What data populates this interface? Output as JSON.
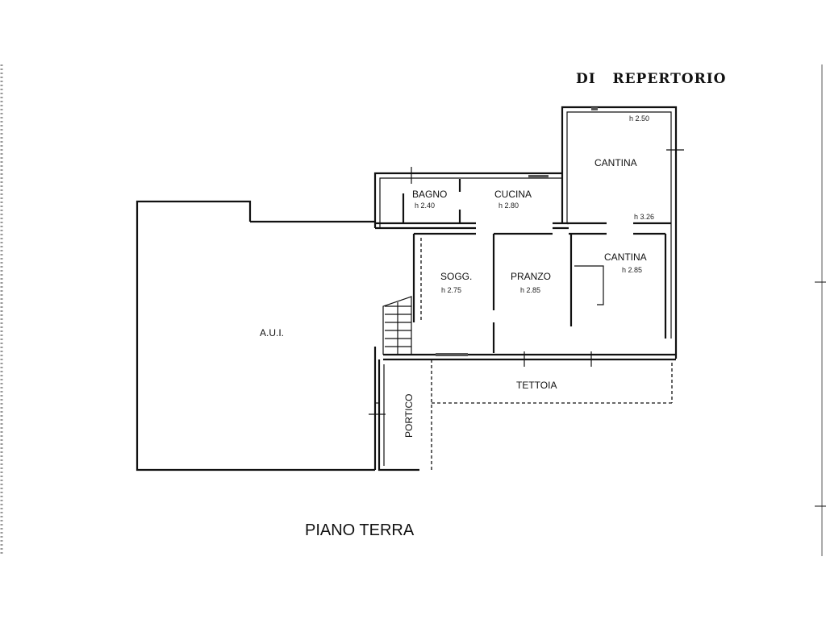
{
  "header": {
    "text": "DI   REPERTORIO"
  },
  "rooms": {
    "aui": "A.U.I.",
    "bagno": {
      "name": "BAGNO",
      "height": "h 2.40"
    },
    "cucina": {
      "name": "CUCINA",
      "height": "h 2.80"
    },
    "cantina_top": {
      "name": "CANTINA",
      "height_a": "h 2.50",
      "height_b": "h 3.26"
    },
    "cantina_bottom": {
      "name": "CANTINA",
      "height": "h 2.85"
    },
    "sogg": {
      "name": "SOGG.",
      "height": "h 2.75"
    },
    "pranzo": {
      "name": "PRANZO",
      "height": "h 2.85"
    },
    "tettoia": "TETTOIA",
    "portico": "PORTICO"
  },
  "floor_title": "PIANO TERRA"
}
